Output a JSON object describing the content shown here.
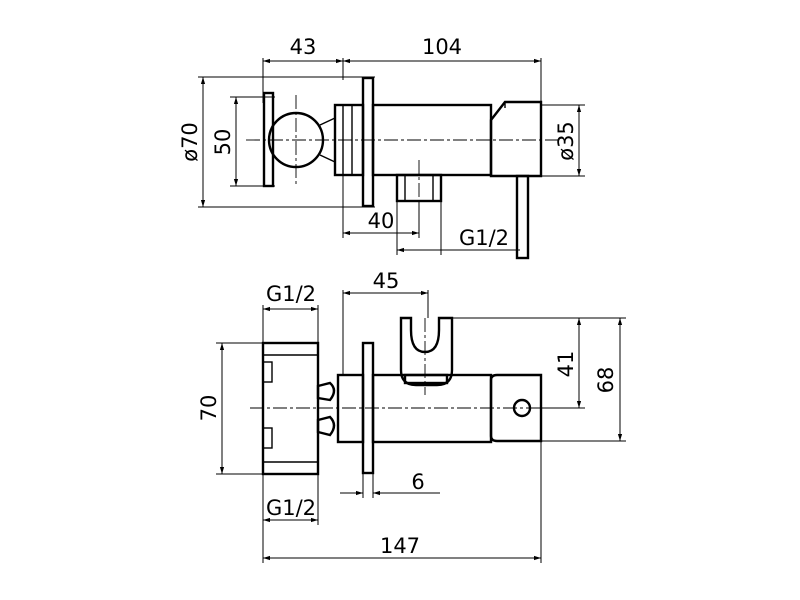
{
  "top_view": {
    "dims": {
      "w43": "43",
      "w104": "104",
      "d70": "ø70",
      "h50": "50",
      "d35": "ø35",
      "w40": "40",
      "thread": "G1/2"
    }
  },
  "bottom_view": {
    "dims": {
      "thread_top": "G1/2",
      "w45": "45",
      "h41": "41",
      "h68": "68",
      "h70": "70",
      "w6": "6",
      "thread_bottom": "G1/2",
      "w147": "147"
    }
  }
}
